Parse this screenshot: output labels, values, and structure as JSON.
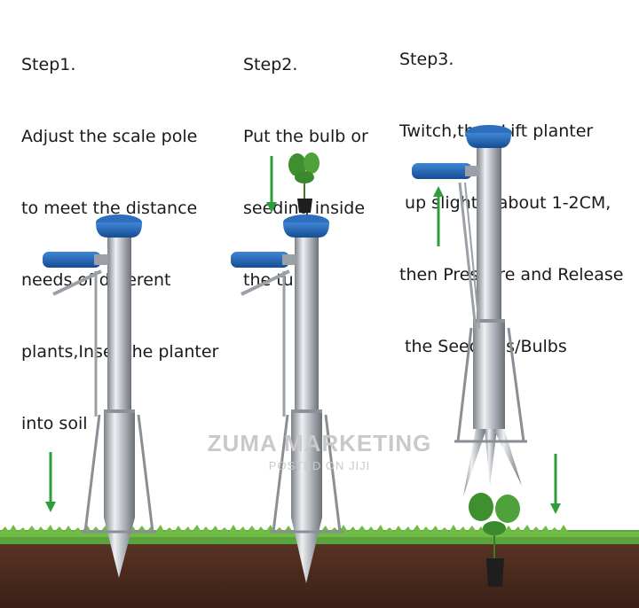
{
  "steps": [
    {
      "title": "Step1.",
      "lines": [
        "Adjust the scale pole",
        "to meet the distance",
        "needs of different",
        "plants,Inset the planter",
        "into soil"
      ]
    },
    {
      "title": "Step2.",
      "lines": [
        "Put the bulb or",
        "seeding inside",
        "the tube"
      ]
    },
    {
      "title": "Step3.",
      "lines": [
        "Twitch,then Lift planter",
        " up slightly about 1-2CM,",
        "then Pressure and Release",
        " the Seedings/Bulbs"
      ]
    }
  ],
  "watermark": {
    "title": "ZUMA MARKETING",
    "subtitle": "POSTED ON JIJI"
  },
  "colors": {
    "soil": "#4a2a1c",
    "grass": "#5aa23c",
    "tube_steel": "#c8ccd0",
    "cap_blue": "#1f5fae",
    "arrow_green": "#2e9e3a",
    "text": "#1a1a1a"
  }
}
